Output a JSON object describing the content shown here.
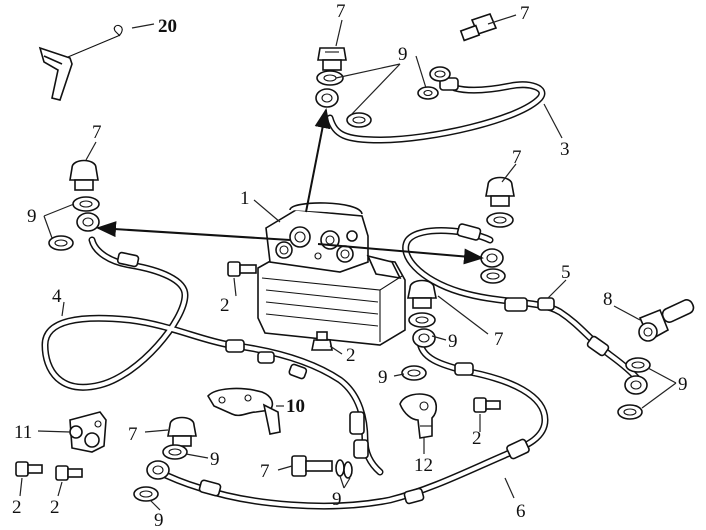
{
  "labels": {
    "p1": "1",
    "p2a": "2",
    "p2b": "2",
    "p2c": "2",
    "p2d": "2",
    "p2e": "2",
    "p3": "3",
    "p4": "4",
    "p5": "5",
    "p6": "6",
    "p7a": "7",
    "p7b": "7",
    "p7c": "7",
    "p7d": "7",
    "p7e": "7",
    "p7f": "7",
    "p7g": "7",
    "p8": "8",
    "p9a": "9",
    "p9b": "9",
    "p9c": "9",
    "p9d": "9",
    "p9e": "9",
    "p9f": "9",
    "p9g": "9",
    "p9h": "9",
    "p10": "10",
    "p11": "11",
    "p12": "12",
    "p20": "20"
  }
}
